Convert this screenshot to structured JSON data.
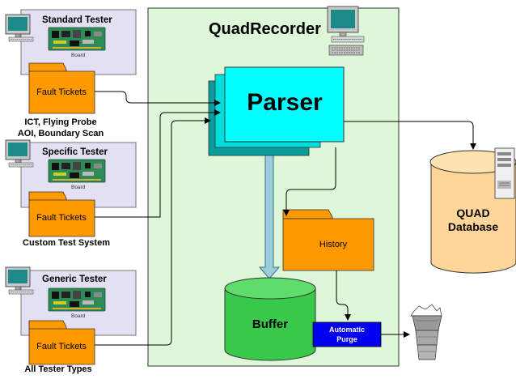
{
  "colors": {
    "tester_box": "#e4e0f4",
    "quad_panel": "#ddf7d8",
    "ticket": "#ff9900",
    "parser": "#00ffff",
    "parser_shadow": "#0b9b9b",
    "buffer": "#38c94a",
    "database": "#ffd699",
    "purge": "#0000ee",
    "conduit": "#99ccdd",
    "board": "#2e8b57"
  },
  "testers": [
    {
      "title": "Standard Tester",
      "board_label": "Board",
      "ticket_label": "Fault Tickets",
      "caption_lines": [
        "ICT, Flying Probe",
        "AOI, Boundary Scan"
      ]
    },
    {
      "title": "Specific Tester",
      "board_label": "Board",
      "ticket_label": "Fault Tickets",
      "caption_lines": [
        "Custom Test System"
      ]
    },
    {
      "title": "Generic Tester",
      "board_label": "Board",
      "ticket_label": "Fault Tickets",
      "caption_lines": [
        "All Tester Types"
      ]
    }
  ],
  "quad_recorder": {
    "title": "QuadRecorder",
    "parser_label": "Parser",
    "buffer_label": "Buffer",
    "history_label": "History",
    "purge_lines": [
      "Automatic",
      "Purge"
    ]
  },
  "database": {
    "lines": [
      "QUAD",
      "Database"
    ]
  },
  "icons": [
    "computer-monitor-icon",
    "circuit-board-icon",
    "server-tower-icon",
    "trash-bin-icon"
  ]
}
